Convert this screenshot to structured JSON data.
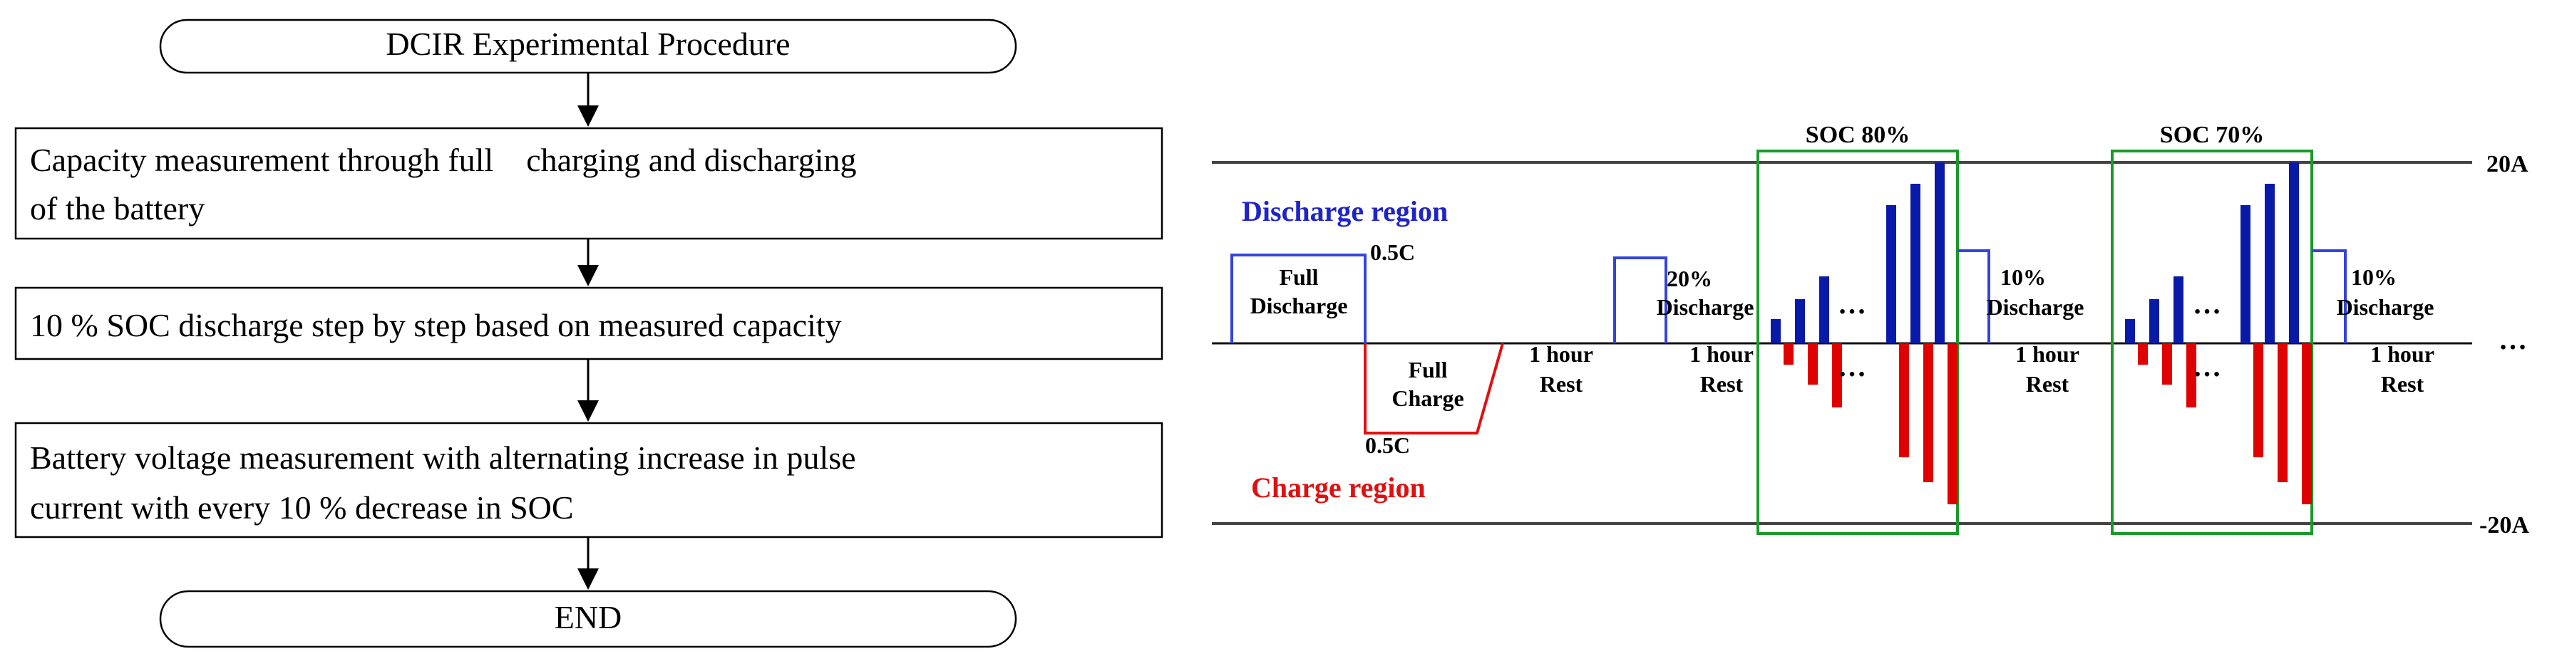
{
  "flowchart": {
    "start_label": "DCIR Experimental Procedure",
    "steps": [
      [
        "Capacity measurement through full    charging and discharging",
        "of the battery"
      ],
      [
        "10 % SOC discharge step by step based on measured capacity"
      ],
      [
        "Battery voltage measurement with alternating increase in pulse",
        "current with every 10 % decrease in SOC"
      ]
    ],
    "end_label": "END"
  },
  "profile": {
    "region_discharge": "Discharge region",
    "region_charge": "Charge region",
    "limit_top": "20A",
    "limit_bottom": "-20A",
    "rate_top": "0.5C",
    "rate_bottom": "0.5C",
    "full_discharge": [
      "Full",
      "Discharge"
    ],
    "full_charge": [
      "Full",
      "Charge"
    ],
    "rest": [
      "1 hour",
      "Rest"
    ],
    "discharge_20": [
      "20%",
      "Discharge"
    ],
    "discharge_10": [
      "10%",
      "Discharge"
    ],
    "soc_80": "SOC 80%",
    "soc_70": "SOC 70%",
    "ellipsis": "…",
    "colors": {
      "discharge": "#1f24c8",
      "charge": "#e01010",
      "window": "#1a9a2a",
      "discharge_bar": "#0a1aa8",
      "charge_bar": "#e00000",
      "line": "#333333"
    }
  }
}
